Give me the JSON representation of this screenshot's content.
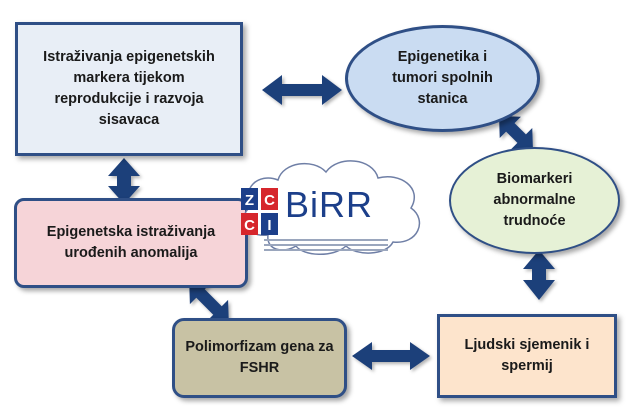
{
  "nodes": {
    "epigenetic_markers": "Istraživanja epigenetskih markera tijekom reprodukcije i razvoja sisavaca",
    "germ_cell_tumors": "Epigenetika i tumori spolnih stanica",
    "biomarkers": "Biomarkeri abnormalne trudnoće",
    "congenital_anomalies": "Epigenetska istraživanja urođenih anomalija",
    "fshr_polymorphism": "Polimorfizam gena za FSHR",
    "semen_sperm": "Ljudski sjemenik i spermij"
  },
  "logo": {
    "letter_z": "Z",
    "letter_c_left": "C",
    "letter_c_mid": "C",
    "letter_i": "I",
    "wordmark": "BiRR"
  },
  "colors": {
    "arrow": "#1f3f7a",
    "border": "#2f4f86",
    "logo_red": "#d6262c",
    "logo_blue": "#1c3f8a"
  }
}
